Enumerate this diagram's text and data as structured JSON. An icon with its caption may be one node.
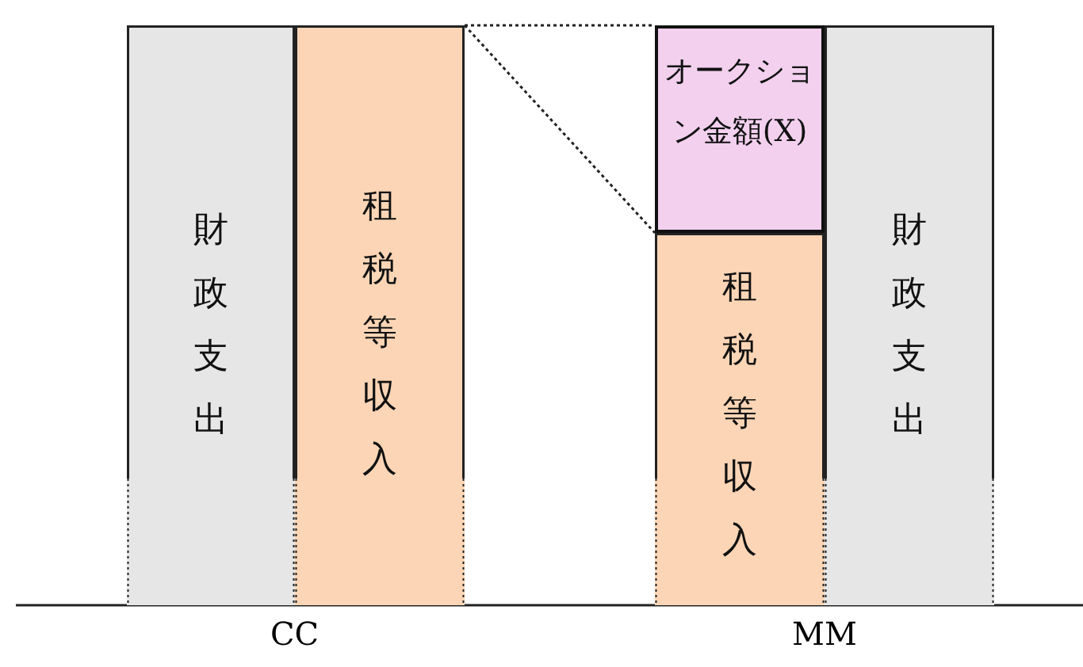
{
  "diagram": {
    "nodes": [
      {
        "text": [
          "財政支出"
        ]
      },
      {
        "text": [
          "租税等収入"
        ]
      },
      {
        "text": [
          "オークション金額(X)"
        ]
      },
      {
        "text": [
          "租税等収入"
        ]
      },
      {
        "text": [
          "財政支出"
        ]
      }
    ],
    "edges": [
      {
        "from": 1,
        "to": 2,
        "arrow": "none",
        "style": "dashed"
      },
      {
        "from": 1,
        "to": 2,
        "arrow": "none",
        "style": "dashed"
      }
    ],
    "labels": [
      "CC",
      "MM"
    ]
  }
}
